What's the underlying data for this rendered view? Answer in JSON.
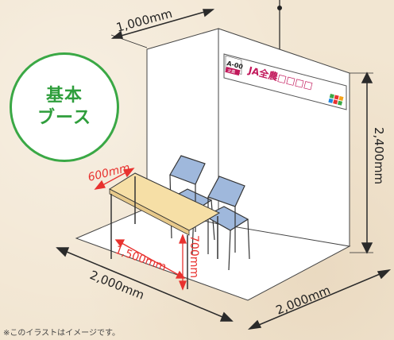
{
  "badge": {
    "line1": "基本",
    "line2": "ブース"
  },
  "dimensions": {
    "depth_top": "1,000mm",
    "height": "2,400mm",
    "width_left": "2,000mm",
    "width_right": "2,000mm",
    "table_depth": "600mm",
    "table_width": "1,500mm",
    "table_height": "700mm"
  },
  "sign": {
    "booth_no": "A-00",
    "tag": "全農",
    "name": "JA全農□□□□"
  },
  "note": "※このイラストはイメージです。",
  "colors": {
    "dimension_line": "#2a2a2a",
    "table_dimension": "#e8322f",
    "badge_green": "#3aa845",
    "sign_magenta": "#c2185b",
    "chair_blue": "#9fb8dc",
    "table_top": "#f6dfa6"
  }
}
